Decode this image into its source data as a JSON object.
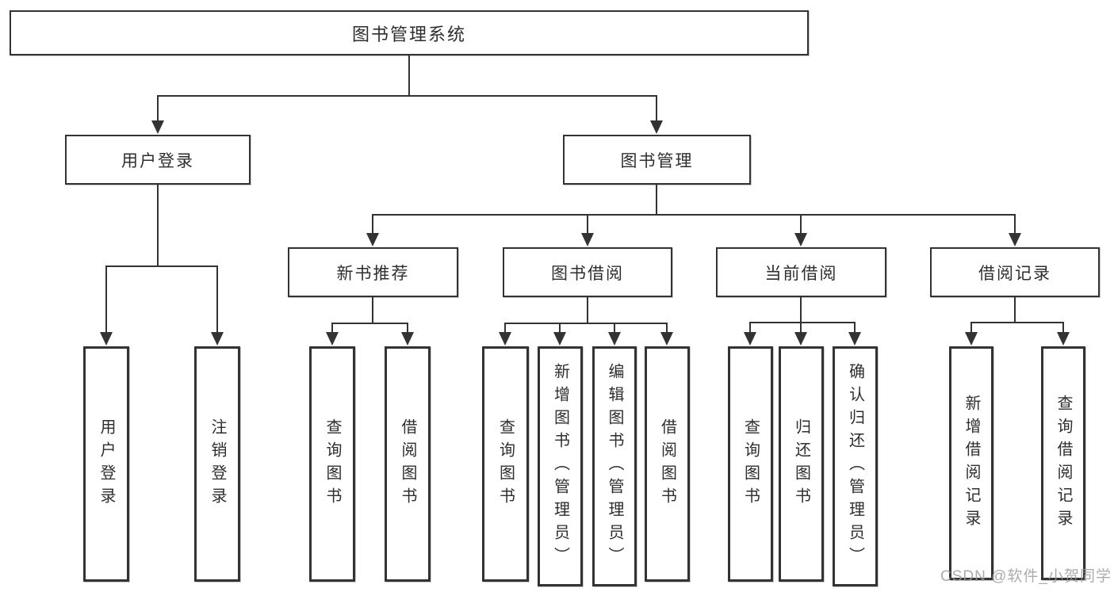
{
  "colors": {
    "line": "#333333",
    "background": "#ffffff",
    "text": "#2e2e2e",
    "watermark_gray": "#9e9e9e"
  },
  "root": {
    "label": "图书管理系统"
  },
  "level2": {
    "user_login": {
      "label": "用户登录"
    },
    "book_management": {
      "label": "图书管理"
    }
  },
  "level3": {
    "new_book": {
      "label": "新书推荐"
    },
    "borrowing": {
      "label": "图书借阅"
    },
    "current": {
      "label": "当前借阅"
    },
    "records": {
      "label": "借阅记录"
    }
  },
  "leaves": {
    "user_login": [
      "用户登录",
      "注销登录"
    ],
    "new_book": [
      "查询图书",
      "借阅图书"
    ],
    "borrowing": [
      "查询图书",
      "新增图书（管理员）",
      "编辑图书（管理员）",
      "借阅图书"
    ],
    "current": [
      "查询图书",
      "归还图书",
      "确认归还（管理员）"
    ],
    "records": [
      "新增借阅记录",
      "查询借阅记录"
    ]
  },
  "watermark": "CSDN @软件_小贺同学"
}
